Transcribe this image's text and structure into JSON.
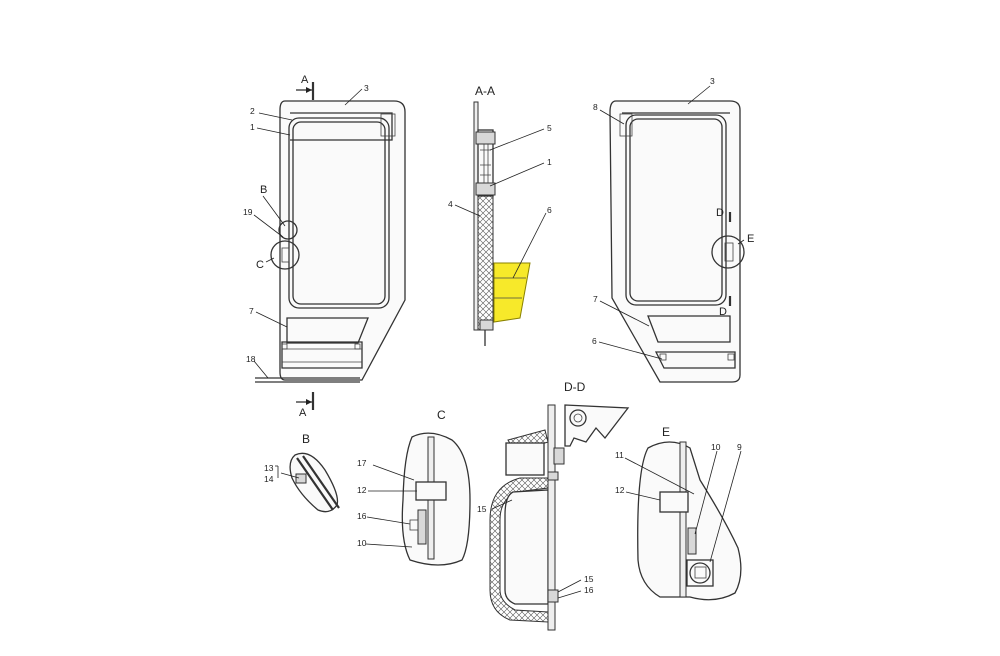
{
  "diagram": {
    "view_labels": {
      "section_a_top": "A",
      "section_a_bottom": "A",
      "section_aa": "A-A",
      "detail_b_marker": "B",
      "detail_c_marker": "C",
      "detail_d_marker_top": "D",
      "detail_d_marker_bottom": "D",
      "detail_e_marker": "E",
      "detail_b": "B",
      "detail_c": "C",
      "section_dd": "D-D",
      "detail_e": "E"
    },
    "callouts": {
      "left_door": [
        "3",
        "2",
        "1",
        "19",
        "7",
        "18"
      ],
      "section_aa": [
        "5",
        "1",
        "4",
        "6"
      ],
      "right_door": [
        "3",
        "8",
        "7",
        "6"
      ],
      "detail_b": [
        "13",
        "14"
      ],
      "detail_c": [
        "17",
        "12",
        "16",
        "10"
      ],
      "section_dd": [
        "15",
        "15",
        "16"
      ],
      "detail_e": [
        "11",
        "12",
        "10",
        "9"
      ]
    },
    "colors": {
      "highlight": "#f7e92a",
      "line": "#333333",
      "background": "#ffffff"
    }
  }
}
